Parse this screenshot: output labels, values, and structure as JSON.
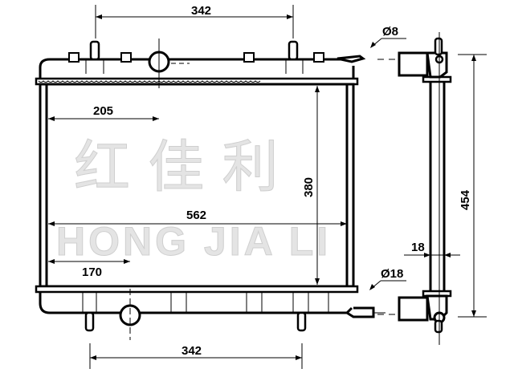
{
  "watermark": {
    "chinese": "红 佳 利",
    "latin": "HONG JIA LI"
  },
  "dimensions": {
    "top_width": "342",
    "inlet_offset": "205",
    "core_width": "562",
    "outlet_offset": "170",
    "core_height": "380",
    "bottom_width": "342",
    "inlet_diameter": "Ø8",
    "outlet_diameter": "Ø18",
    "total_height": "454",
    "core_thickness": "18"
  }
}
